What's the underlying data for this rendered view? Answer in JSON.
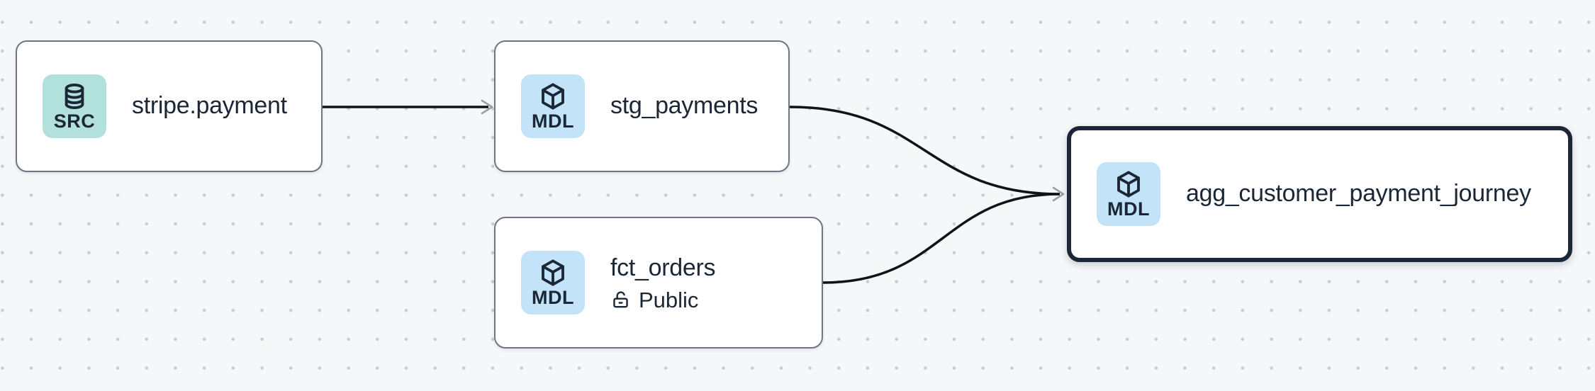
{
  "canvas": {
    "background_color": "#f6f7f9",
    "dot_color": "#c9cdd3"
  },
  "nodes": [
    {
      "id": "stripe.payment",
      "label": "stripe.payment",
      "badge": "SRC",
      "icon": "database-icon",
      "badge_color": "#b2e0db",
      "selected": false
    },
    {
      "id": "stg_payments",
      "label": "stg_payments",
      "badge": "MDL",
      "icon": "cube-icon",
      "badge_color": "#c3e4f8",
      "selected": false
    },
    {
      "id": "fct_orders",
      "label": "fct_orders",
      "badge": "MDL",
      "icon": "cube-icon",
      "badge_color": "#c3e4f8",
      "meta_icon": "unlock-icon",
      "meta_text": "Public",
      "selected": false
    },
    {
      "id": "agg_customer_payment_journey",
      "label": "agg_customer_payment_journey",
      "badge": "MDL",
      "icon": "cube-icon",
      "badge_color": "#c3e4f8",
      "selected": true
    }
  ],
  "edges": [
    {
      "from": "stripe.payment",
      "to": "stg_payments"
    },
    {
      "from": "stg_payments",
      "to": "agg_customer_payment_journey"
    },
    {
      "from": "fct_orders",
      "to": "agg_customer_payment_journey"
    }
  ],
  "colors": {
    "node_background": "#ffffff",
    "node_border": "#6e7684",
    "selected_node_border": "#1b2736",
    "text": "#1b2736",
    "edge": "#101317",
    "arrowhead": "#97a0aa",
    "badge_src_background": "#b2e0db",
    "badge_mdl_background": "#c3e4f8"
  }
}
